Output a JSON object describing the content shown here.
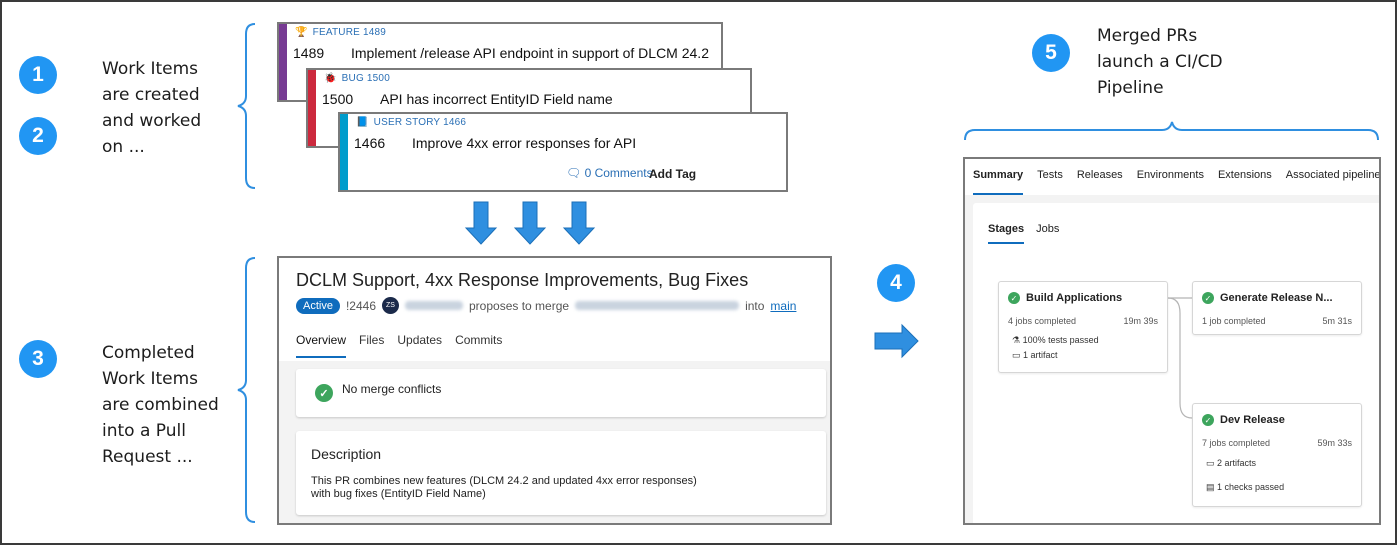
{
  "steps": {
    "one": "1",
    "two": "2",
    "three": "3",
    "four": "4",
    "five": "5"
  },
  "captions": {
    "work_items": "Work Items\nare created\nand worked\non ...",
    "pull_request": "Completed\nWork Items\nare combined\ninto a Pull\nRequest ...",
    "merged": "Merged PRs\nlaunch a CI/CD\nPipeline"
  },
  "work_items": [
    {
      "type": "FEATURE 1489",
      "icon": "trophy-icon",
      "glyph": "🏆",
      "id": "1489",
      "title": "Implement /release API endpoint in support of DLCM 24.2",
      "color": "#773b93"
    },
    {
      "type": "BUG 1500",
      "icon": "bug-icon",
      "glyph": "🐞",
      "id": "1500",
      "title": "API has incorrect EntityID Field name",
      "color": "#cc293d"
    },
    {
      "type": "USER STORY 1466",
      "icon": "book-icon",
      "glyph": "📘",
      "id": "1466",
      "title": "Improve 4xx error responses for API",
      "color": "#009ccc",
      "comments": "0 Comments",
      "add_tag": "Add Tag"
    }
  ],
  "pull_request": {
    "title": "DCLM Support, 4xx Response Improvements, Bug Fixes",
    "status": "Active",
    "id": "!2446",
    "avatar_initials": "ZS",
    "proposes": "proposes to merge",
    "into": "into",
    "target_branch": "main",
    "tabs": [
      "Overview",
      "Files",
      "Updates",
      "Commits"
    ],
    "merge_status": "No merge conflicts",
    "description_heading": "Description",
    "description_line1": "This PR combines new features (DLCM 24.2 and updated 4xx error responses)",
    "description_line2": "with bug fixes (EntityID Field Name)"
  },
  "pipeline": {
    "tabs": [
      "Summary",
      "Tests",
      "Releases",
      "Environments",
      "Extensions",
      "Associated pipelines"
    ],
    "sub_tabs": [
      "Stages",
      "Jobs"
    ],
    "stages": [
      {
        "name": "Build Applications",
        "jobs": "4 jobs completed",
        "duration": "19m 39s",
        "tests": "100% tests passed",
        "artifacts": "1 artifact"
      },
      {
        "name": "Generate Release N...",
        "jobs": "1 job completed",
        "duration": "5m 31s"
      },
      {
        "name": "Dev Release",
        "jobs": "7 jobs completed",
        "duration": "59m 33s",
        "artifacts": "2 artifacts",
        "checks": "1 checks passed"
      }
    ]
  },
  "colors": {
    "accent": "#2196f3",
    "brace": "#2f8fe0",
    "success": "#3da55d",
    "link": "#0f6cbd"
  }
}
